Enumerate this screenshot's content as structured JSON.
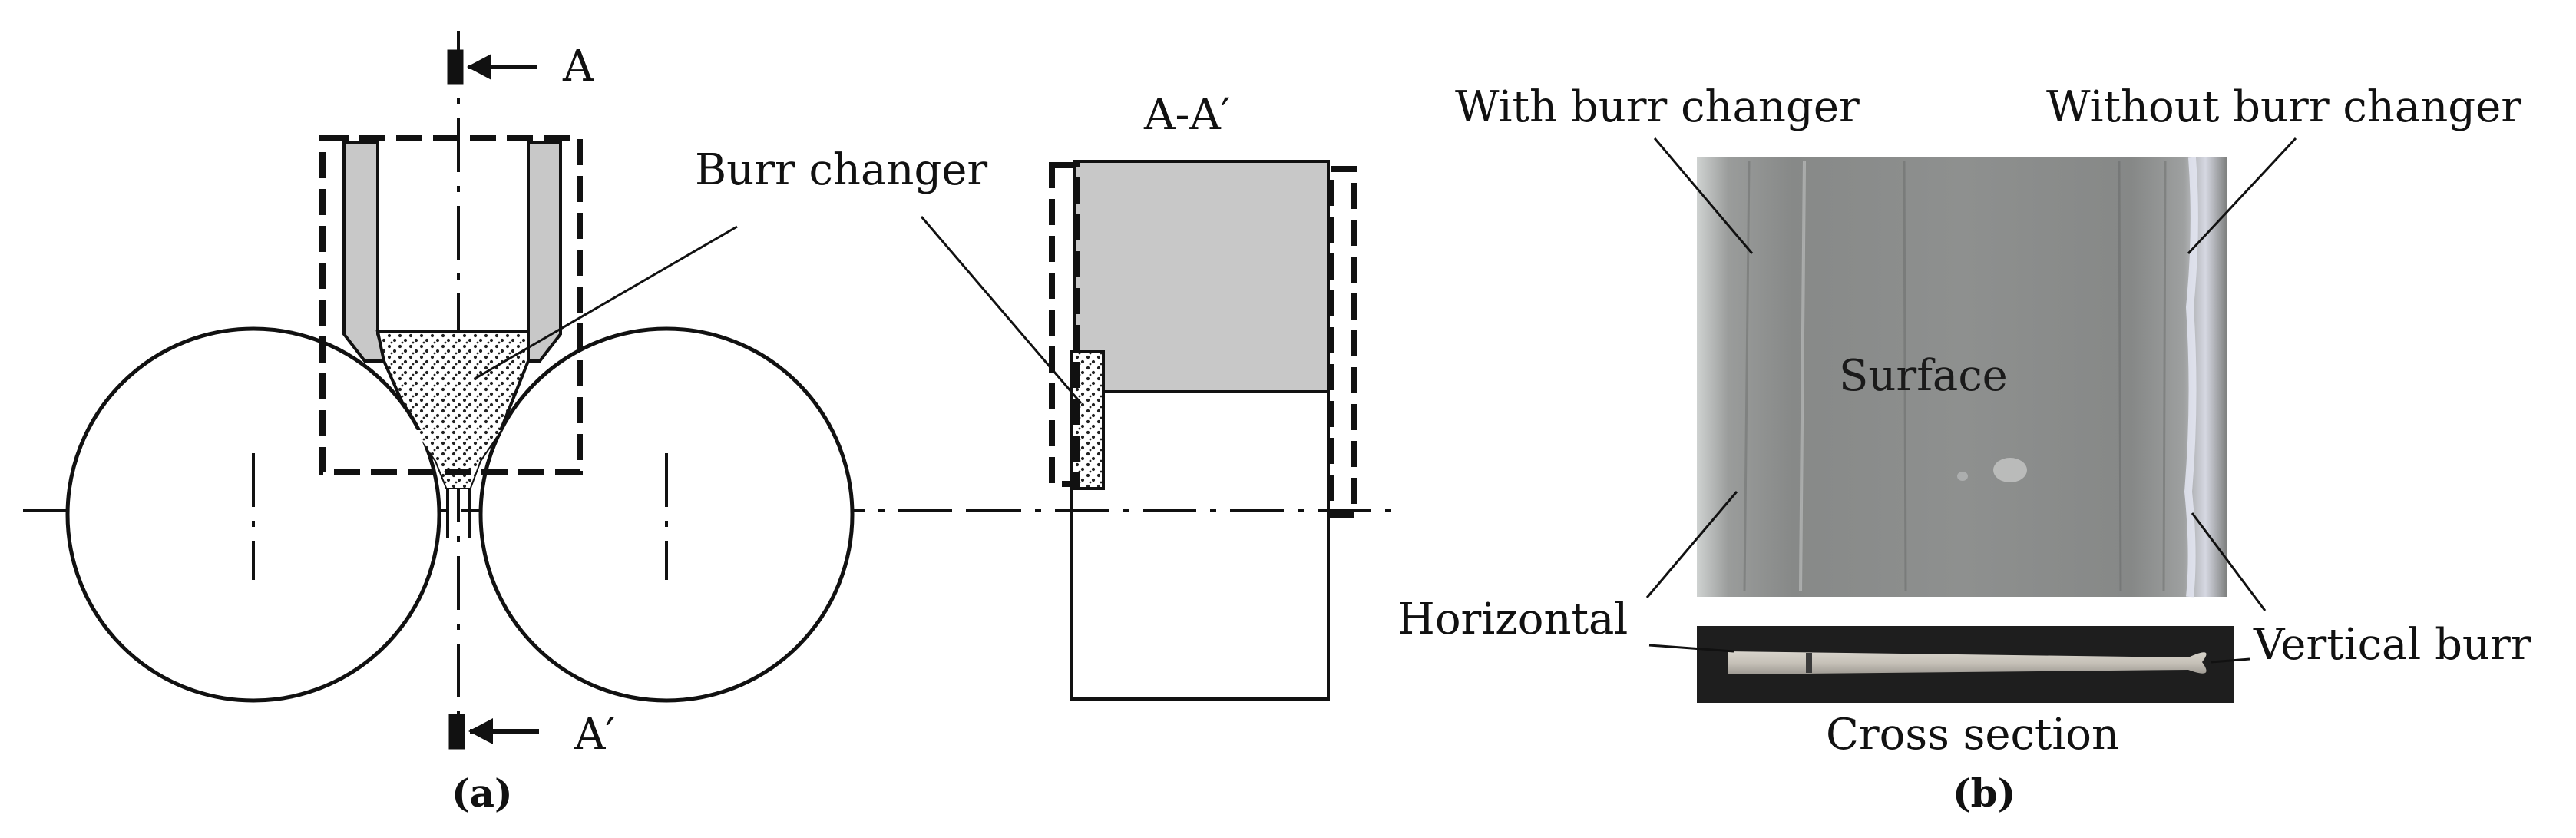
{
  "panel_a": {
    "section_top_label": "A",
    "section_bottom_label": "A′",
    "section_view_title": "A-A′",
    "callout_burr_changer": "Burr changer",
    "caption": "(a)"
  },
  "panel_b": {
    "label_with": "With burr changer",
    "label_without": "Without burr changer",
    "label_surface": "Surface",
    "label_horizontal": "Horizontal",
    "label_vertical": "Vertical burr",
    "label_cross_section": "Cross section",
    "caption": "(b)"
  },
  "colors": {
    "line": "#111111",
    "nozzle_fill": "#c8c8c8",
    "photo_base": "#8d8f8e",
    "photo_dark": "#1e1e1e"
  }
}
